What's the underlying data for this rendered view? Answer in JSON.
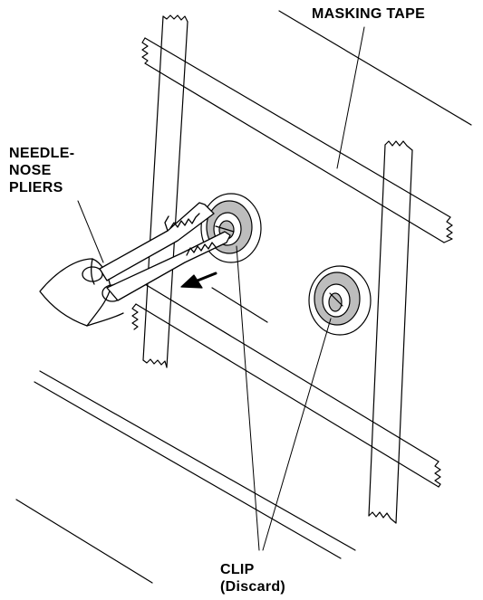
{
  "labels": {
    "masking_tape": "MASKING TAPE",
    "pliers": {
      "line1": "NEEDLE-",
      "line2": "NOSE",
      "line3": "PLIERS"
    },
    "clip": {
      "line1": "CLIP",
      "line2": "(Discard)"
    }
  },
  "colors": {
    "ink": "#000000",
    "paper": "#ffffff",
    "clip_shade": "#bdbdbd"
  },
  "icons": [
    "needle-nose-pliers-icon",
    "clip-icon",
    "pull-arrow-icon"
  ]
}
